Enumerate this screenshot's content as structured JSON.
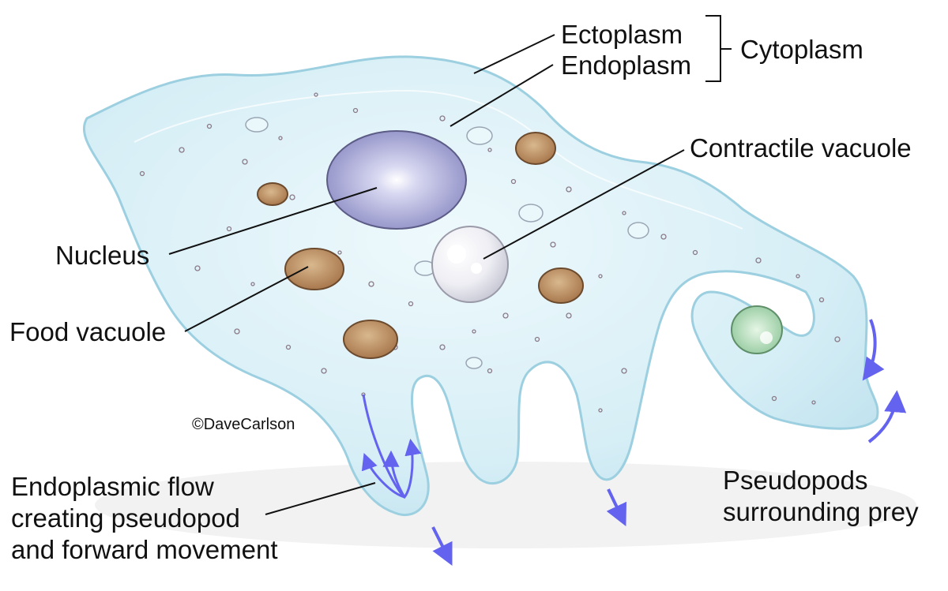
{
  "labels": {
    "ectoplasm": "Ectoplasm",
    "endoplasm": "Endoplasm",
    "cytoplasm": "Cytoplasm",
    "contractile_vacuole": "Contractile vacuole",
    "nucleus": "Nucleus",
    "food_vacuole": "Food vacuole",
    "flow": [
      "Endoplasmic flow",
      "creating pseudopod",
      "and forward movement"
    ],
    "pseudopods": [
      "Pseudopods",
      "surrounding prey"
    ]
  },
  "credit": "©DaveCarlson",
  "colors": {
    "cell_body": "#d6eef6",
    "cell_edge": "#9ccfe0",
    "nucleus": "#8f8fc6",
    "food_vacuole": "#b98f63",
    "prey": "#a9d9b0",
    "arrow": "#6363f0",
    "leader_line": "#111111"
  }
}
